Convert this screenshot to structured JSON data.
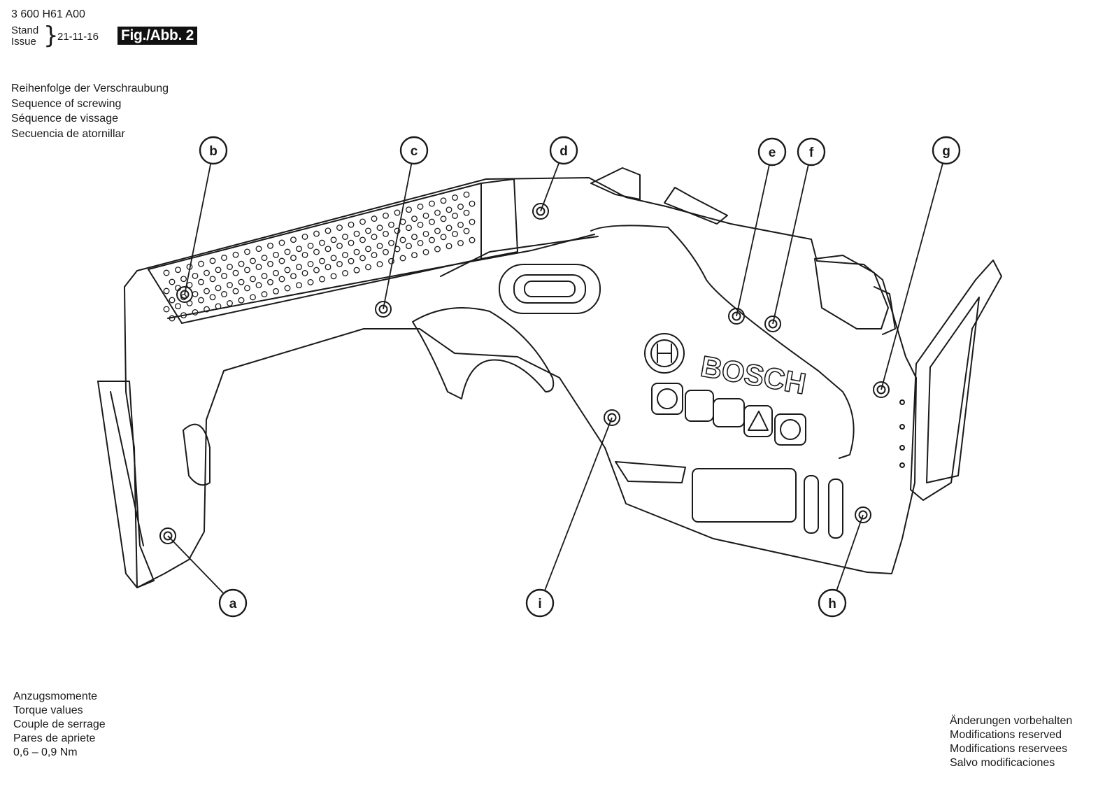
{
  "header": {
    "part_number": "3 600 H61 A00",
    "stand_label": "Stand",
    "issue_label": "Issue",
    "date": "21-11-16",
    "figure_tag": "Fig./Abb. 2"
  },
  "sequence_heading": [
    "Reihenfolge der Verschraubung",
    "Sequence of screwing",
    "Séquence de vissage",
    "Secuencia de atornillar"
  ],
  "torque_block": [
    "Anzugsmomente",
    "Torque values",
    "Couple de serrage",
    "Pares de apriete",
    "0,6  –  0,9 Nm"
  ],
  "modifications_block": [
    "Änderungen vorbehalten",
    "Modifications reserved",
    "Modifications reservees",
    "Salvo modificaciones"
  ],
  "brand_logo": "BOSCH",
  "screw_labels": [
    "a",
    "b",
    "c",
    "d",
    "e",
    "f",
    "g",
    "h",
    "i"
  ]
}
